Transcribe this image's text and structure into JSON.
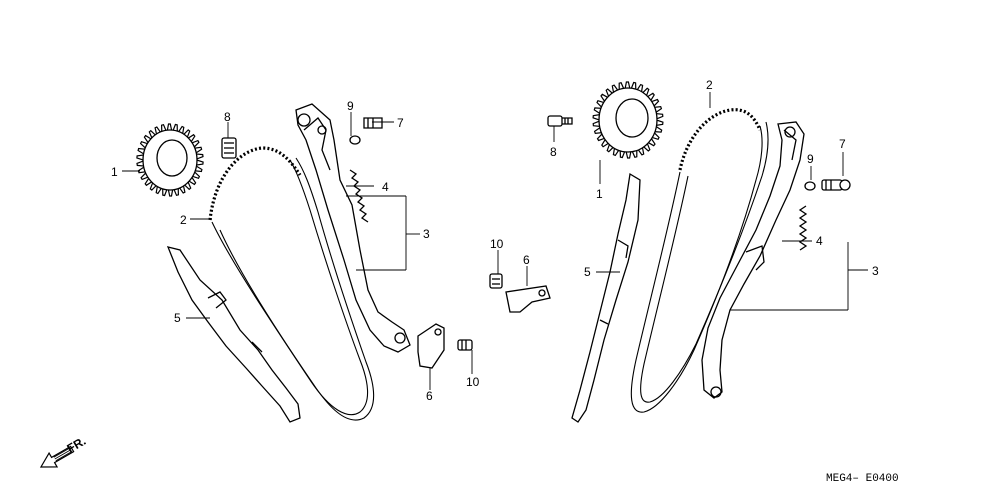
{
  "callouts": {
    "left": {
      "sprocket": "1",
      "chain": "2",
      "tensioner_arm": "3",
      "spring": "4",
      "guide": "5",
      "bracket": "6",
      "bolt_7": "7",
      "bolt_8": "8",
      "washer_9": "9",
      "bolt_10a": "10",
      "bolt_10b": "10"
    },
    "right": {
      "sprocket": "1",
      "chain": "2",
      "tensioner_arm": "3",
      "spring": "4",
      "guide": "5",
      "bracket": "6",
      "bolt_7": "7",
      "bolt_8": "8",
      "washer_9": "9"
    }
  },
  "front_indicator": "FR.",
  "diagram_code": "MEG4– E0400"
}
